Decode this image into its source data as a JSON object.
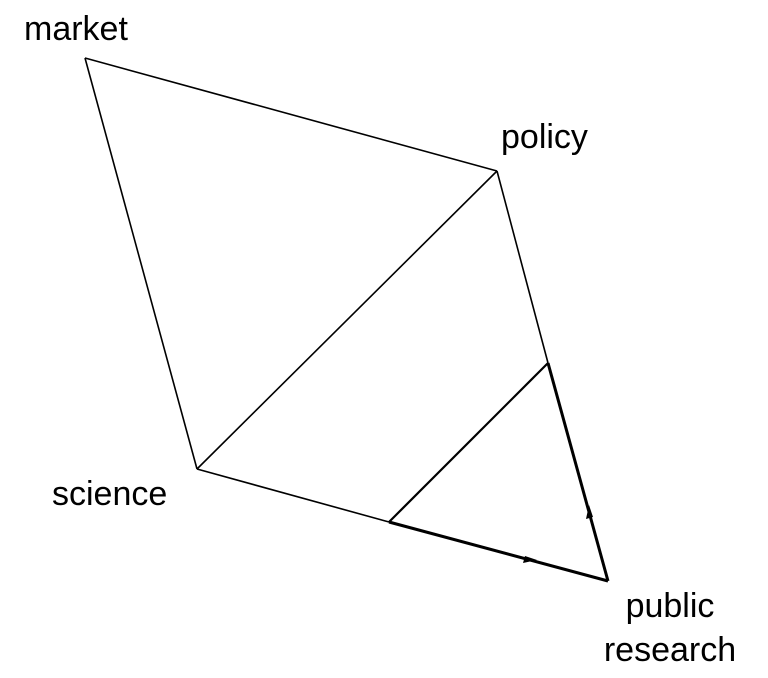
{
  "diagram": {
    "nodes": {
      "market": "market",
      "policy": "policy",
      "science": "science",
      "public_research_line1": "public",
      "public_research_line2": "research"
    },
    "line_color": "#000000",
    "background_color": "#ffffff"
  }
}
